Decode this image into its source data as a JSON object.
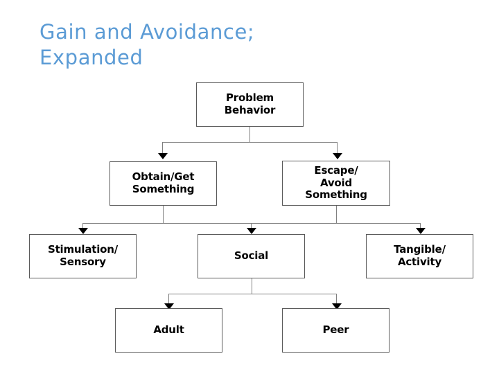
{
  "slide": {
    "title": "Gain and Avoidance;\nExpanded",
    "title_color": "#5B9BD5",
    "background_color": "#FFFFFF"
  },
  "diagram": {
    "type": "hierarchy-flowchart",
    "box_border_color": "#595959",
    "box_fill_color": "#FFFFFF",
    "connector_color": "#808080",
    "arrow_color": "#000000",
    "nodes": [
      {
        "id": "problem-behavior",
        "label": "Problem\nBehavior",
        "level": 1
      },
      {
        "id": "obtain-get-something",
        "label": "Obtain/Get\nSomething",
        "level": 2
      },
      {
        "id": "escape-avoid-something",
        "label": "Escape/\nAvoid\nSomething",
        "level": 2
      },
      {
        "id": "stimulation-sensory",
        "label": "Stimulation/\nSensory",
        "level": 3
      },
      {
        "id": "social",
        "label": "Social",
        "level": 3
      },
      {
        "id": "tangible-activity",
        "label": "Tangible/\nActivity",
        "level": 3
      },
      {
        "id": "adult",
        "label": "Adult",
        "level": 4
      },
      {
        "id": "peer",
        "label": "Peer",
        "level": 4
      }
    ],
    "edges": [
      {
        "from": "problem-behavior",
        "to": "obtain-get-something"
      },
      {
        "from": "problem-behavior",
        "to": "escape-avoid-something"
      },
      {
        "from": "obtain-get-something",
        "to": "stimulation-sensory"
      },
      {
        "from": "obtain-get-something",
        "to": "social"
      },
      {
        "from": "escape-avoid-something",
        "to": "social"
      },
      {
        "from": "escape-avoid-something",
        "to": "tangible-activity"
      },
      {
        "from": "social",
        "to": "adult"
      },
      {
        "from": "social",
        "to": "peer"
      }
    ]
  }
}
